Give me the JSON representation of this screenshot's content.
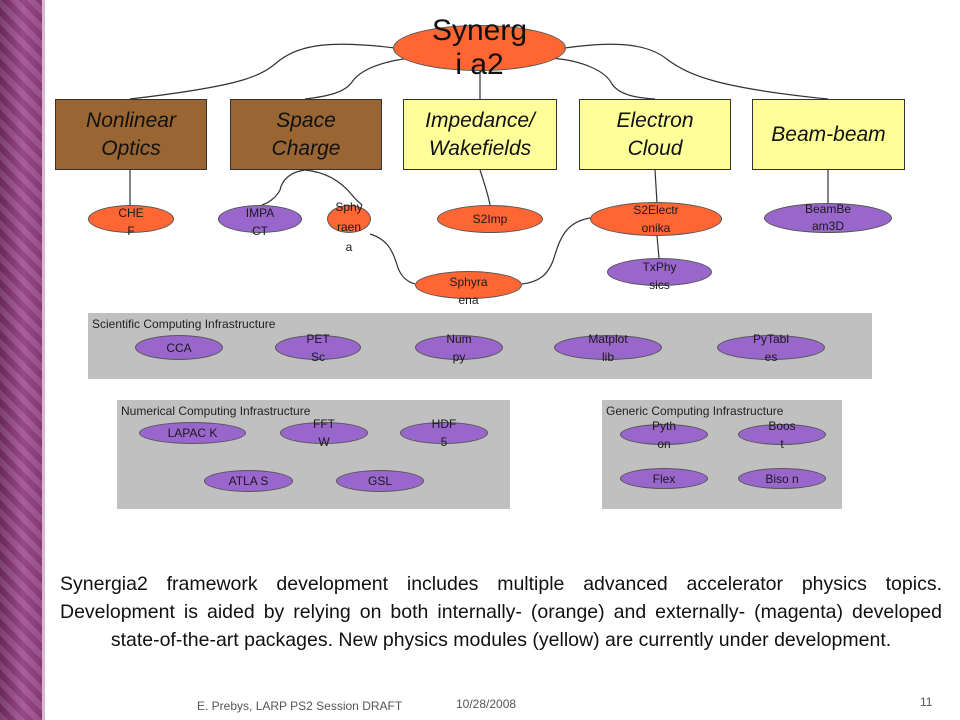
{
  "root": {
    "label": "Synergi a2"
  },
  "modules": [
    {
      "label": "Nonlinear Optics",
      "status": "existing"
    },
    {
      "label": "Space Charge",
      "status": "existing"
    },
    {
      "label": "Impedance/ Wakefields",
      "status": "new"
    },
    {
      "label": "Electron Cloud",
      "status": "new"
    },
    {
      "label": "Beam-beam",
      "status": "new"
    }
  ],
  "packages": {
    "chef": "CHE F",
    "impact": "IMPA CT",
    "sphyraena_small": "Sphy raen a",
    "s2imp": "S2Imp",
    "s2electronika": "S2Electr onika",
    "beambeam3d": "BeamBe am3D",
    "sphyraena": "Sphyra ena",
    "txphysics": "TxPhy sics"
  },
  "scientific": {
    "title": "Scientific Computing Infrastructure",
    "items": [
      "CCA",
      "PET Sc",
      "Num py",
      "Matplot lib",
      "PyTabl es"
    ]
  },
  "numerical": {
    "title": "Numerical Computing Infrastructure",
    "items": [
      "LAPAC K",
      "FFT W",
      "HDF 5",
      "ATLA S",
      "GSL"
    ]
  },
  "generic": {
    "title": "Generic Computing Infrastructure",
    "items": [
      "Pyth on",
      "Boos t",
      "Flex",
      "Biso n"
    ]
  },
  "caption": "Synergia2 framework development includes multiple advanced accelerator physics topics. Development is aided by relying on both internally- (orange) and externally- (magenta) developed state-of-the-art packages. New physics modules (yellow) are currently under development.",
  "footer": {
    "author": "E. Prebys, LARP PS2 Session DRAFT",
    "date": "10/28/2008",
    "page": "11"
  },
  "colors": {
    "orange": "#ff6633",
    "magenta": "#9966cc",
    "brown": "#996633",
    "yellow": "#ffff99",
    "panel": "#c0c0c0",
    "sidebar": "#8a3c7a"
  }
}
